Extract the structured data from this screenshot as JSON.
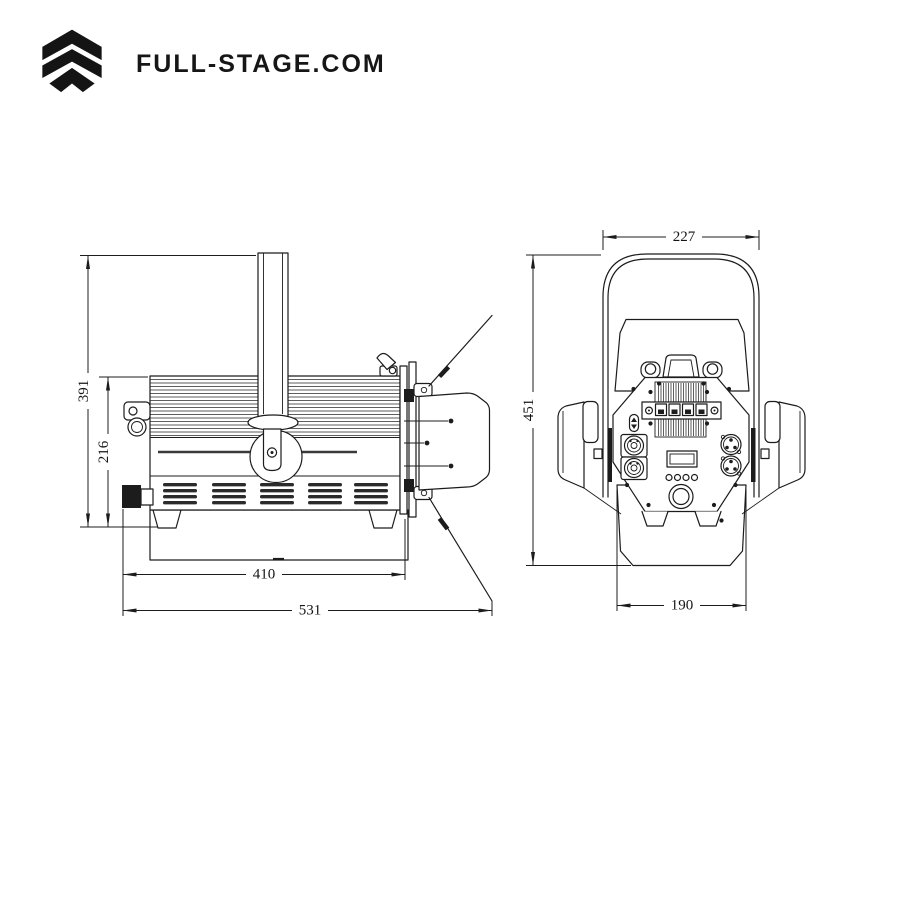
{
  "header": {
    "brand": "FULL-STAGE.COM"
  },
  "side_view": {
    "dims": {
      "total_height": "391",
      "body_height": "216",
      "body_length": "410",
      "total_length": "531"
    }
  },
  "rear_view": {
    "dims": {
      "yoke_width": "227",
      "total_height": "451",
      "body_width": "190"
    }
  },
  "colors": {
    "line": "#1c1c1c",
    "background": "#ffffff",
    "brand": "#161616"
  }
}
